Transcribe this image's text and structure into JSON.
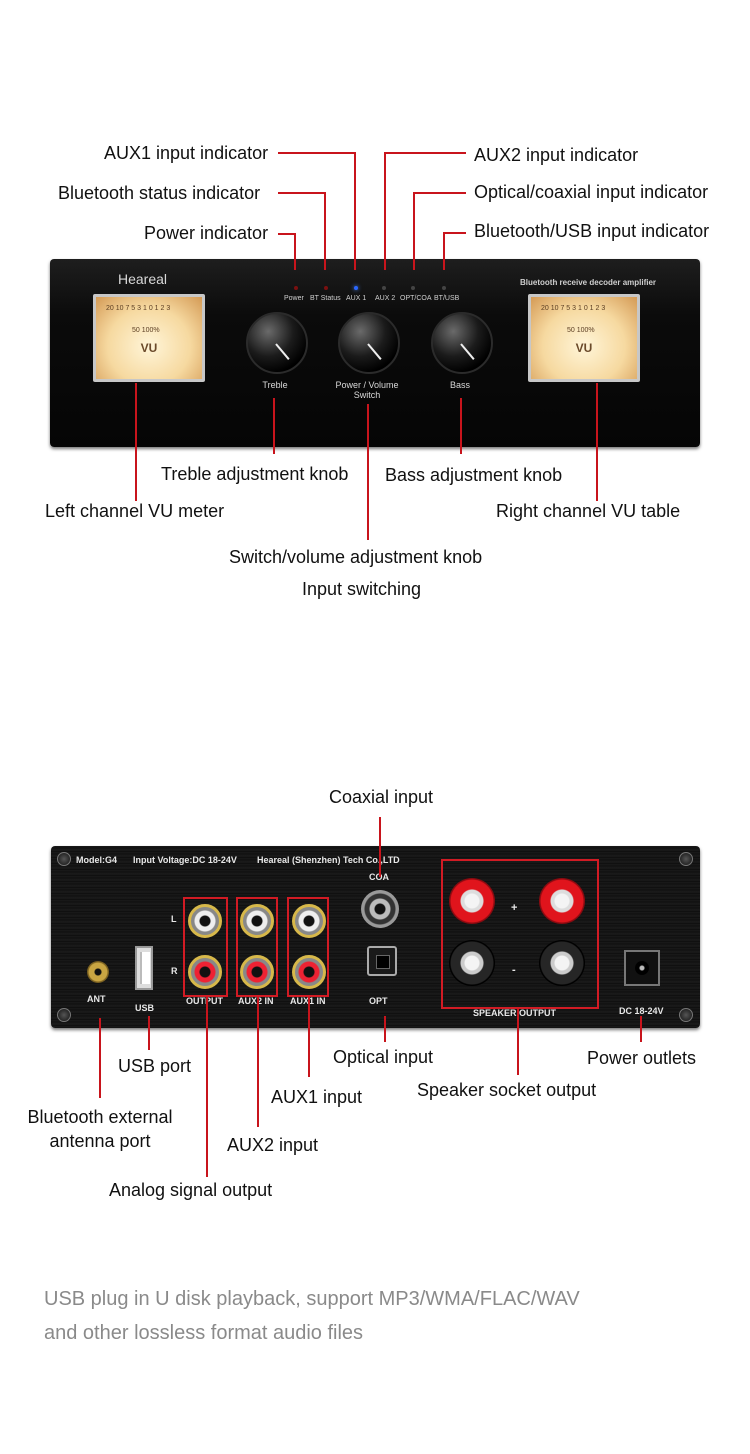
{
  "front": {
    "labels": {
      "aux1_indicator": "AUX1 input indicator",
      "bt_status_indicator": "Bluetooth status indicator",
      "power_indicator": "Power indicator",
      "aux2_indicator": "AUX2 input indicator",
      "opt_coa_indicator": "Optical/coaxial input indicator",
      "bt_usb_indicator": "Bluetooth/USB input indicator",
      "treble_knob": "Treble adjustment knob",
      "bass_knob": "Bass adjustment knob",
      "left_vu": "Left channel VU meter",
      "right_vu": "Right channel VU table",
      "switch_knob": "Switch/volume adjustment knob",
      "input_switching": "Input switching"
    },
    "device": {
      "brand": "Heareal",
      "subtitle": "Bluetooth receive decoder amplifier",
      "led_labels": [
        "Power",
        "BT Status",
        "AUX 1",
        "AUX 2",
        "OPT/COA",
        "BT/USB"
      ],
      "knob_treble": "Treble",
      "knob_power_line1": "Power / Volume",
      "knob_power_line2": "Switch",
      "knob_bass": "Bass",
      "meter_text": "VU",
      "meter_scale": "20 10 7 5 3 1 0 1 2 3",
      "meter_pct": "50    100%"
    }
  },
  "rear": {
    "labels": {
      "coaxial_input": "Coaxial input",
      "usb_port": "USB port",
      "optical_input": "Optical input",
      "power_outlets": "Power outlets",
      "aux1_input": "AUX1 input",
      "speaker_output": "Speaker socket output",
      "bt_antenna_line1": "Bluetooth external",
      "bt_antenna_line2": "antenna port",
      "aux2_input": "AUX2 input",
      "analog_output": "Analog signal output"
    },
    "device": {
      "model": "Model:G4",
      "voltage": "Input Voltage:DC 18-24V",
      "maker": "Heareal (Shenzhen) Tech Co.,LTD",
      "coa": "COA",
      "opt": "OPT",
      "ant": "ANT",
      "usb": "USB",
      "output": "OUTPUT",
      "aux2_in": "AUX2 IN",
      "aux1_in": "AUX1 IN",
      "speaker_output": "SPEAKER OUTPUT",
      "dc": "DC 18-24V",
      "l": "L",
      "r": "R",
      "plus": "+",
      "minus": "-"
    }
  },
  "footer": {
    "line1": "USB plug in U disk playback, support MP3/WMA/FLAC/WAV",
    "line2": "and other lossless format audio files"
  },
  "colors": {
    "callout_line": "#c8141c",
    "note_text": "#8a8a8a"
  }
}
